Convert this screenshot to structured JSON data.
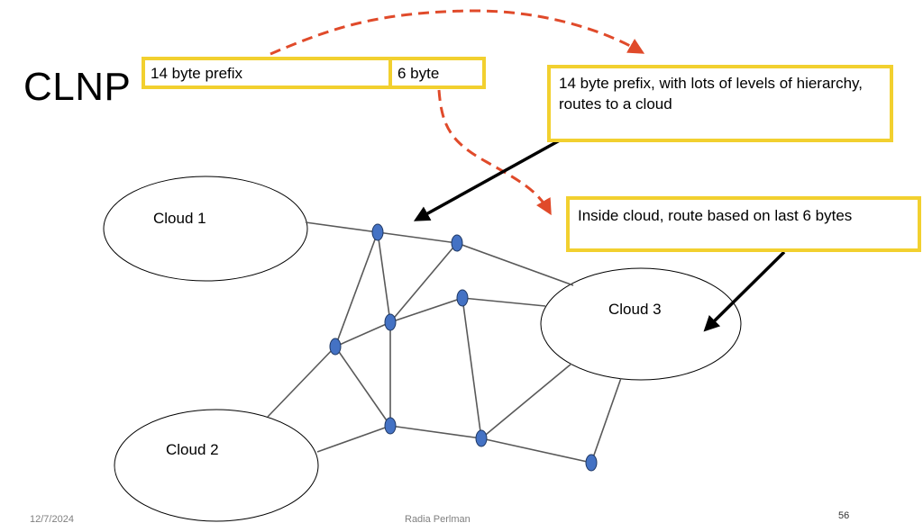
{
  "title": "CLNP",
  "address": {
    "prefix_label": "14 byte prefix",
    "suffix_label": "6 byte"
  },
  "callouts": {
    "prefix_note": "14 byte prefix, with lots of levels of hierarchy,  routes to a cloud",
    "inside_note": "Inside cloud, route based on last 6 bytes"
  },
  "clouds": {
    "cloud1": "Cloud 1",
    "cloud2": "Cloud 2",
    "cloud3": "Cloud 3"
  },
  "footer": {
    "date": "12/7/2024",
    "author": "Radia Perlman",
    "page": "56"
  },
  "colors": {
    "box_border": "#f2d02f",
    "node_fill": "#4472c4",
    "dashed_arrow": "#e04a2a",
    "link": "#595959"
  }
}
